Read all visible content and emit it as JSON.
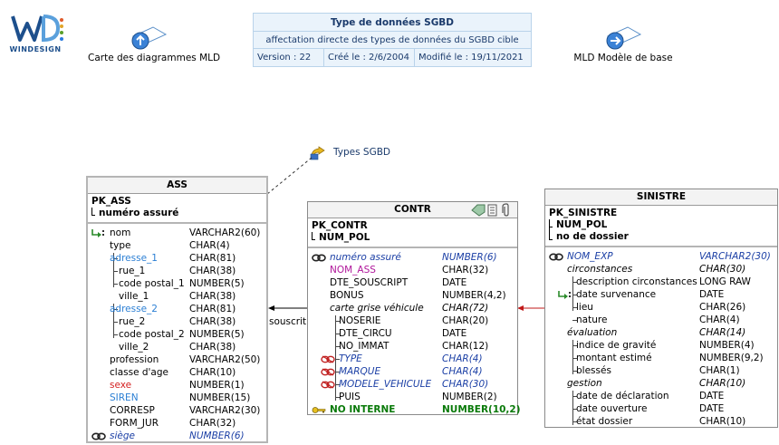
{
  "logo": {
    "text": "WINDESIGN"
  },
  "nav": {
    "left_label": "Carte des diagrammes MLD",
    "right_label": "MLD Modèle de base"
  },
  "info": {
    "title": "Type de données SGBD",
    "subtitle": "affectation directe des types de données du SGBD cible",
    "version": "Version : 22",
    "created": "Créé le : 2/6/2004",
    "modified": "Modifié le : 19/11/2021"
  },
  "note": {
    "label": "Types SGBD"
  },
  "link_label": "souscrit",
  "ass": {
    "title": "ASS",
    "pk": "PK_ASS",
    "pk_field": "numéro assuré",
    "rows": [
      {
        "name": "nom",
        "type": "VARCHAR2(60)"
      },
      {
        "name": "type",
        "type": "CHAR(4)"
      },
      {
        "name": "adresse_1",
        "type": "CHAR(81)"
      },
      {
        "name": "rue_1",
        "type": "CHAR(38)"
      },
      {
        "name": "code postal_1",
        "type": "NUMBER(5)"
      },
      {
        "name": "ville_1",
        "type": "CHAR(38)"
      },
      {
        "name": "adresse_2",
        "type": "CHAR(81)"
      },
      {
        "name": "rue_2",
        "type": "CHAR(38)"
      },
      {
        "name": "code postal_2",
        "type": "NUMBER(5)"
      },
      {
        "name": "ville_2",
        "type": "CHAR(38)"
      },
      {
        "name": "profession",
        "type": "VARCHAR2(50)"
      },
      {
        "name": "classe d'age",
        "type": "CHAR(10)"
      },
      {
        "name": "sexe",
        "type": "NUMBER(1)"
      },
      {
        "name": "SIREN",
        "type": "NUMBER(15)"
      },
      {
        "name": "CORRESP",
        "type": "VARCHAR2(30)"
      },
      {
        "name": "FORM_JUR",
        "type": "CHAR(32)"
      },
      {
        "name": "siège",
        "type": "NUMBER(6)"
      }
    ]
  },
  "contr": {
    "title": "CONTR",
    "pk": "PK_CONTR",
    "pk_field": "NUM_POL",
    "rows": [
      {
        "name": "numéro assuré",
        "type": "NUMBER(6)"
      },
      {
        "name": "NOM_ASS",
        "type": "CHAR(32)"
      },
      {
        "name": "DTE_SOUSCRIPT",
        "type": "DATE"
      },
      {
        "name": "BONUS",
        "type": "NUMBER(4,2)"
      },
      {
        "name": "carte grise véhicule",
        "type": "CHAR(72)"
      },
      {
        "name": "NOSERIE",
        "type": "CHAR(20)"
      },
      {
        "name": "DTE_CIRCU",
        "type": "DATE"
      },
      {
        "name": "NO_IMMAT",
        "type": "CHAR(12)"
      },
      {
        "name": "TYPE",
        "type": "CHAR(4)"
      },
      {
        "name": "MARQUE",
        "type": "CHAR(4)"
      },
      {
        "name": "MODELE_VEHICULE",
        "type": "CHAR(30)"
      },
      {
        "name": "PUIS",
        "type": "NUMBER(2)"
      },
      {
        "name": "NO INTERNE",
        "type": "NUMBER(10,2)"
      }
    ]
  },
  "sinistre": {
    "title": "SINISTRE",
    "pk": "PK_SINISTRE",
    "pk_field_1": "NUM_POL",
    "pk_field_2": "no de dossier",
    "rows": [
      {
        "name": "NOM_EXP",
        "type": "VARCHAR2(30)"
      },
      {
        "name": "circonstances",
        "type": "CHAR(30)"
      },
      {
        "name": "description circonstances",
        "type": "LONG RAW"
      },
      {
        "name": "date survenance",
        "type": "DATE"
      },
      {
        "name": "lieu",
        "type": "CHAR(26)"
      },
      {
        "name": "nature",
        "type": "CHAR(4)"
      },
      {
        "name": "évaluation",
        "type": "CHAR(14)"
      },
      {
        "name": "indice de gravité",
        "type": "NUMBER(4)"
      },
      {
        "name": "montant estimé",
        "type": "NUMBER(9,2)"
      },
      {
        "name": "blessés",
        "type": "CHAR(1)"
      },
      {
        "name": "gestion",
        "type": "CHAR(10)"
      },
      {
        "name": "date de déclaration",
        "type": "DATE"
      },
      {
        "name": "date ouverture",
        "type": "DATE"
      },
      {
        "name": "état dossier",
        "type": "CHAR(10)"
      }
    ]
  },
  "colors": {
    "link_blue": "#1b3fa5",
    "light_blue": "#2b7fd4",
    "red": "#d42020",
    "magenta": "#b0179b",
    "green": "#0a7a0a",
    "info_bg": "#eaf3fb"
  }
}
